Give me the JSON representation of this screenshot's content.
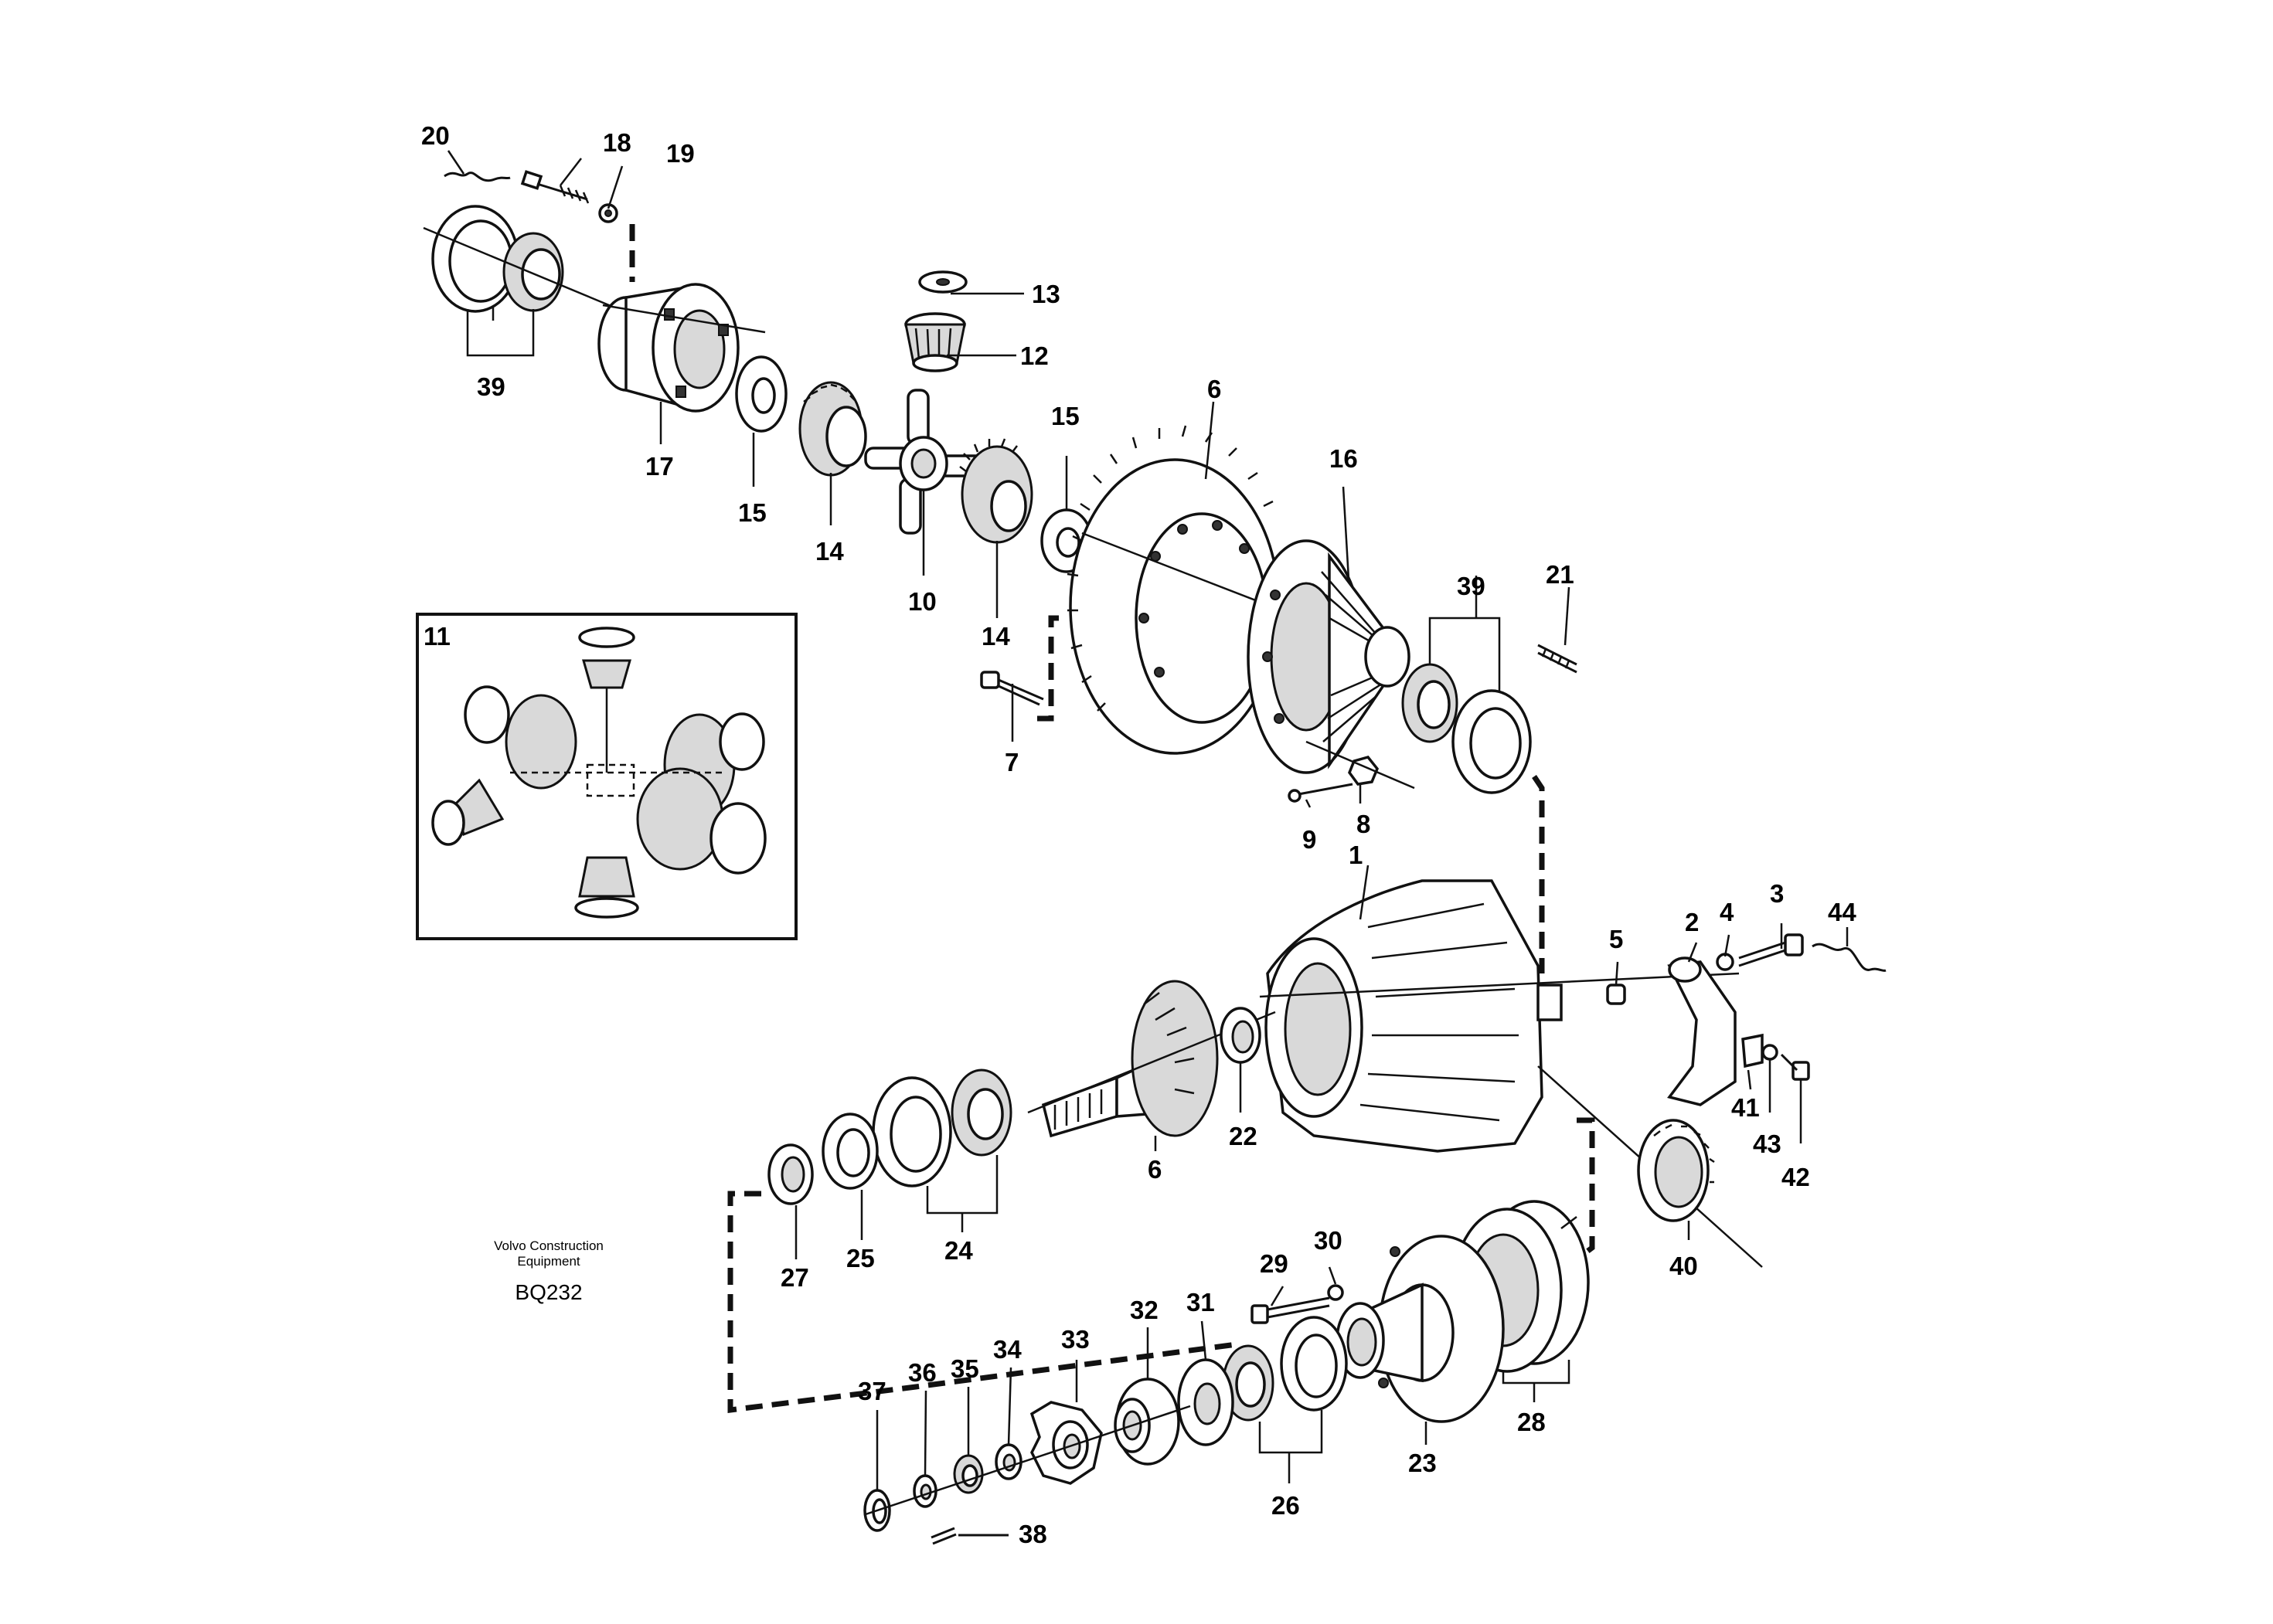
{
  "callouts": {
    "n1": "1",
    "n2": "2",
    "n3": "3",
    "n4": "4",
    "n5": "5",
    "n6a": "6",
    "n6b": "6",
    "n7": "7",
    "n8": "8",
    "n9": "9",
    "n10": "10",
    "n11": "11",
    "n12": "12",
    "n13": "13",
    "n14a": "14",
    "n14b": "14",
    "n15a": "15",
    "n15b": "15",
    "n16": "16",
    "n17": "17",
    "n18": "18",
    "n19": "19",
    "n20": "20",
    "n21": "21",
    "n22": "22",
    "n23": "23",
    "n24": "24",
    "n25": "25",
    "n26": "26",
    "n27": "27",
    "n28": "28",
    "n29": "29",
    "n30": "30",
    "n31": "31",
    "n32": "32",
    "n33": "33",
    "n34": "34",
    "n35": "35",
    "n36": "36",
    "n37": "37",
    "n38": "38",
    "n39a": "39",
    "n39b": "39",
    "n40": "40",
    "n41": "41",
    "n42": "42",
    "n43": "43",
    "n44": "44"
  },
  "footer": {
    "brand_line1": "Volvo Construction",
    "brand_line2": "Equipment",
    "drawing_code": "BQ232"
  }
}
